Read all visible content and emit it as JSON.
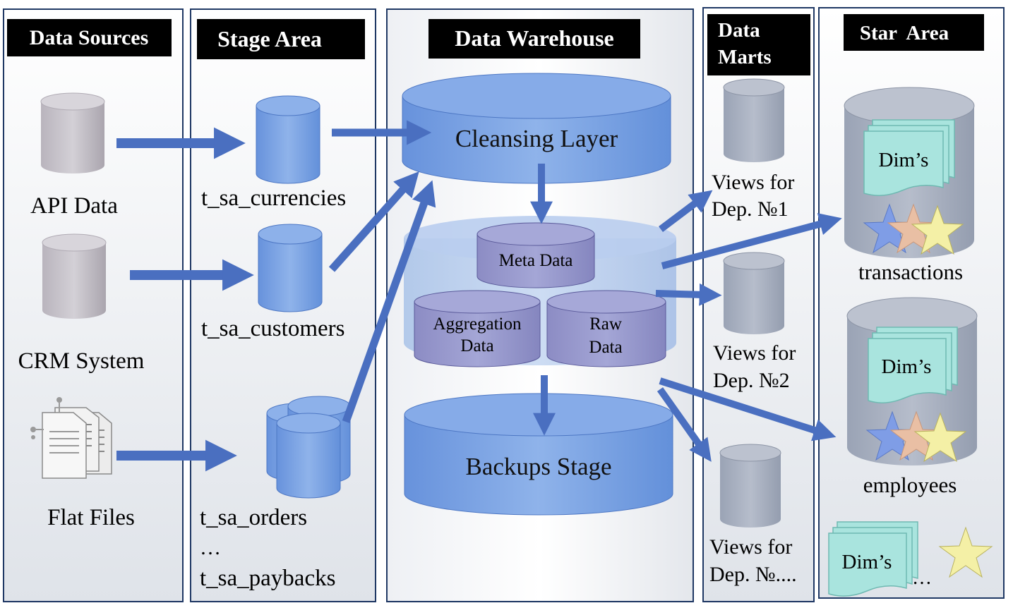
{
  "columns": {
    "sources": "Data Sources",
    "stage": "Stage Area",
    "warehouse": "Data Warehouse",
    "marts_line1": "Data",
    "marts_line2": "Marts",
    "star": "Star  Area"
  },
  "sources": {
    "api": "API Data",
    "crm": "CRM System",
    "flat": "Flat Files"
  },
  "stage": {
    "currencies": "t_sa_currencies",
    "customers": "t_sa_customers",
    "orders": "t_sa_orders",
    "ellipsis": "…",
    "paybacks": "t_sa_paybacks"
  },
  "warehouse": {
    "cleansing": "Cleansing Layer",
    "meta": "Meta Data",
    "aggregation_line1": "Aggregation",
    "aggregation_line2": "Data",
    "raw_line1": "Raw",
    "raw_line2": "Data",
    "backups": "Backups Stage"
  },
  "marts": {
    "dep1_line1": "Views for",
    "dep1_line2": "Dep. №1",
    "dep2_line1": "Views for",
    "dep2_line2": "Dep. №2",
    "depn_line1": "Views for",
    "depn_line2": "Dep. №...."
  },
  "star": {
    "dims_label": "Dim’s",
    "transactions": "transactions",
    "employees": "employees",
    "ellipsis": "…"
  },
  "colors": {
    "arrow": "#4a6fc0",
    "header_bg": "#000000",
    "blue_cylinder": "#7aa3e2",
    "grey_cylinder": "#a9b1c2",
    "source_cylinder": "#c4c0c8",
    "dims_card": "#a9e4de",
    "column_border": "#1f3864"
  }
}
